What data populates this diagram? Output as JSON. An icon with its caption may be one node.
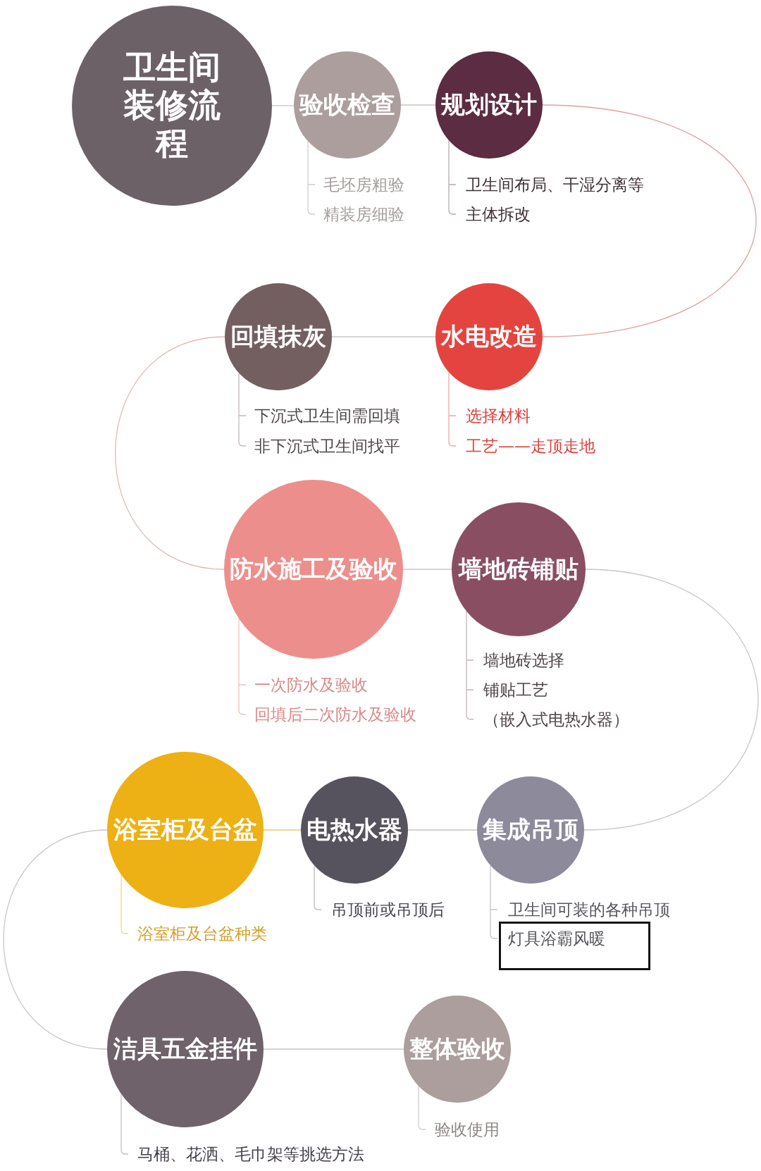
{
  "diagram": {
    "nodes": [
      {
        "text": [
          "卫生间装修流程"
        ]
      },
      {
        "text": [
          "验收检查"
        ],
        "beside": [
          "毛坯房粗验",
          "精装房细验"
        ]
      },
      {
        "text": [
          "规划设计"
        ],
        "beside": [
          "卫生间布局、干湿分离等",
          "主体拆改"
        ]
      },
      {
        "text": [
          "回填抹灰"
        ],
        "beside": [
          "下沉式卫生间需回填",
          "非下沉式卫生间找平"
        ]
      },
      {
        "text": [
          "水电改造"
        ],
        "beside": [
          "选择材料",
          "工艺——走顶走地"
        ]
      },
      {
        "text": [
          "防水施工及验收"
        ],
        "beside": [
          "一次防水及验收",
          "回填后二次防水及验收"
        ]
      },
      {
        "text": [
          "墙地砖铺贴"
        ],
        "beside": [
          "墙地砖选择",
          "铺贴工艺",
          "（嵌入式电热水器）"
        ]
      },
      {
        "text": [
          "浴室柜及台盆"
        ],
        "beside": [
          "浴室柜及台盆种类"
        ]
      },
      {
        "text": [
          "电热水器"
        ],
        "beside": [
          "吊顶前或吊顶后"
        ]
      },
      {
        "text": [
          "集成吊顶"
        ],
        "beside": [
          "卫生间可装的各种吊顶",
          "灯具浴霸风暖"
        ]
      },
      {
        "text": [
          "洁具五金挂件"
        ],
        "beside": [
          "马桶、花洒、毛巾架等挑选方法"
        ]
      },
      {
        "text": [
          "整体验收"
        ],
        "beside": [
          "验收使用"
        ]
      }
    ],
    "edges": [
      {
        "from": 0,
        "to": 1,
        "arrow": "none"
      },
      {
        "from": 1,
        "to": 2,
        "arrow": "none"
      },
      {
        "from": 2,
        "to": 4,
        "arrow": "none",
        "color": "#e0a09c"
      },
      {
        "from": 4,
        "to": 3,
        "arrow": "none"
      },
      {
        "from": 3,
        "to": 5,
        "arrow": "none",
        "color": "#e3b8b5"
      },
      {
        "from": 5,
        "to": 6,
        "arrow": "none"
      },
      {
        "from": 6,
        "to": 9,
        "arrow": "none"
      },
      {
        "from": 9,
        "to": 8,
        "arrow": "none"
      },
      {
        "from": 8,
        "to": 7,
        "arrow": "none",
        "color": "#ecca72"
      },
      {
        "from": 7,
        "to": 10,
        "arrow": "none"
      },
      {
        "from": 10,
        "to": 11,
        "arrow": "none"
      }
    ]
  }
}
